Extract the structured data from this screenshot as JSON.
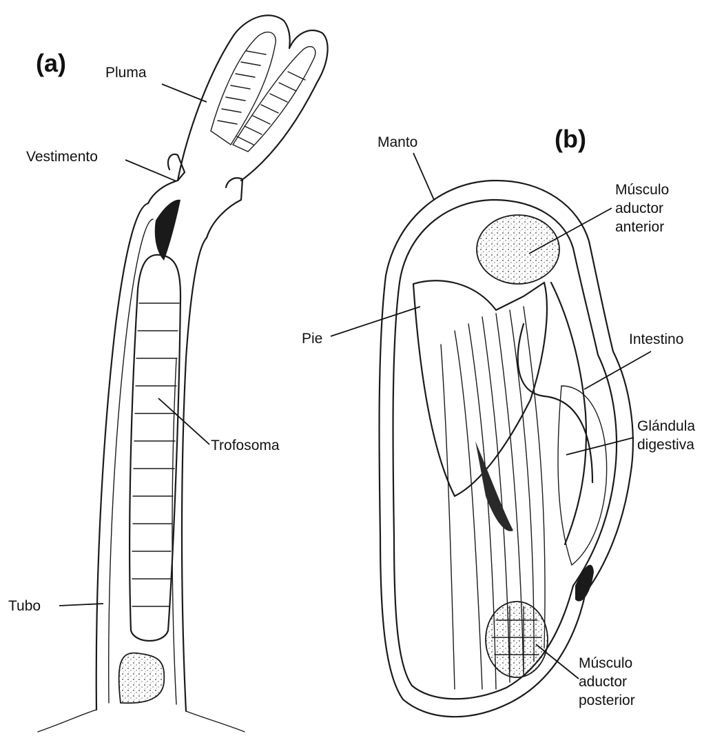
{
  "panels": {
    "a": {
      "tag": "(a)",
      "labels": {
        "pluma": "Pluma",
        "vestimento": "Vestimento",
        "trofosoma": "Trofosoma",
        "tubo": "Tubo"
      }
    },
    "b": {
      "tag": "(b)",
      "labels": {
        "manto": "Manto",
        "musculo_anterior": [
          "Músculo",
          "aductor",
          "anterior"
        ],
        "pie": "Pie",
        "intestino": "Intestino",
        "glandula": [
          "Glándula",
          "digestiva"
        ],
        "musculo_posterior": [
          "Músculo",
          "aductor",
          "posterior"
        ]
      }
    }
  }
}
